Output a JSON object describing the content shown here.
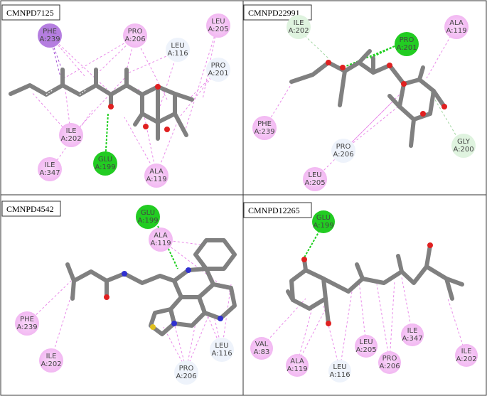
{
  "panels": [
    {
      "compound": "CMNPD7125",
      "residues": [
        {
          "id": "phe239",
          "line1": "PHE",
          "line2": "A:239",
          "type": "pi"
        },
        {
          "id": "pro206",
          "line1": "PRO",
          "line2": "A:206",
          "type": "alkyl"
        },
        {
          "id": "leu116",
          "line1": "LEU",
          "line2": "A:116",
          "type": "alkyl"
        },
        {
          "id": "leu205",
          "line1": "LEU",
          "line2": "A:205",
          "type": "alkyl"
        },
        {
          "id": "pro201",
          "line1": "PRO",
          "line2": "A:201",
          "type": "alkyl"
        },
        {
          "id": "ile202",
          "line1": "ILE",
          "line2": "A:202",
          "type": "alkyl"
        },
        {
          "id": "ile347",
          "line1": "ILE",
          "line2": "A:347",
          "type": "alkyl"
        },
        {
          "id": "glu199",
          "line1": "GLU",
          "line2": "A:199",
          "type": "hbond"
        },
        {
          "id": "ala119",
          "line1": "ALA",
          "line2": "A:119",
          "type": "alkyl"
        }
      ]
    },
    {
      "compound": "CMNPD22991",
      "residues": [
        {
          "id": "ile202",
          "line1": "ILE",
          "line2": "A:202",
          "type": "vdw"
        },
        {
          "id": "pro201",
          "line1": "PRO",
          "line2": "A:201",
          "type": "hbond"
        },
        {
          "id": "ala119",
          "line1": "ALA",
          "line2": "A:119",
          "type": "alkyl"
        },
        {
          "id": "phe239",
          "line1": "PHE",
          "line2": "A:239",
          "type": "alkyl"
        },
        {
          "id": "pro206",
          "line1": "PRO",
          "line2": "A:206",
          "type": "alkyl"
        },
        {
          "id": "leu205",
          "line1": "LEU",
          "line2": "A:205",
          "type": "alkyl"
        },
        {
          "id": "gly200",
          "line1": "GLY",
          "line2": "A:200",
          "type": "vdw"
        }
      ]
    },
    {
      "compound": "CMNPD4542",
      "residues": [
        {
          "id": "glu199",
          "line1": "GLU",
          "line2": "A:199",
          "type": "hbond"
        },
        {
          "id": "ala119",
          "line1": "ALA",
          "line2": "A:119",
          "type": "alkyl"
        },
        {
          "id": "phe239",
          "line1": "PHE",
          "line2": "A:239",
          "type": "alkyl"
        },
        {
          "id": "ile202",
          "line1": "ILE",
          "line2": "A:202",
          "type": "alkyl"
        },
        {
          "id": "leu116",
          "line1": "LEU",
          "line2": "A:116",
          "type": "alkyl"
        },
        {
          "id": "pro206",
          "line1": "PRO",
          "line2": "A:206",
          "type": "alkyl"
        }
      ]
    },
    {
      "compound": "CMNPD12265",
      "residues": [
        {
          "id": "glu199",
          "line1": "GLU",
          "line2": "A:199",
          "type": "hbond"
        },
        {
          "id": "val83",
          "line1": "VAL",
          "line2": "A:83",
          "type": "alkyl"
        },
        {
          "id": "ala119",
          "line1": "ALA",
          "line2": "A:119",
          "type": "alkyl"
        },
        {
          "id": "leu116",
          "line1": "LEU",
          "line2": "A:116",
          "type": "alkyl"
        },
        {
          "id": "leu205",
          "line1": "LEU",
          "line2": "A:205",
          "type": "alkyl"
        },
        {
          "id": "pro206",
          "line1": "PRO",
          "line2": "A:206",
          "type": "alkyl"
        },
        {
          "id": "ile347",
          "line1": "ILE",
          "line2": "A:347",
          "type": "alkyl"
        },
        {
          "id": "ile202",
          "line1": "ILE",
          "line2": "A:202",
          "type": "alkyl"
        }
      ]
    }
  ],
  "colors": {
    "hbond": "#22cc22",
    "vdw": "#bfe8bf",
    "pi": "#b57ee0",
    "alkyl": "#f2b8f2",
    "bond": "#808080",
    "oxygen": "#e02020",
    "nitrogen": "#3030d0",
    "sulfur": "#e0c020",
    "line_alkyl": "#e98ae9",
    "line_hbond": "#1fd01f",
    "line_vdw": "#9fd59f",
    "line_pi": "#a44fd4"
  }
}
